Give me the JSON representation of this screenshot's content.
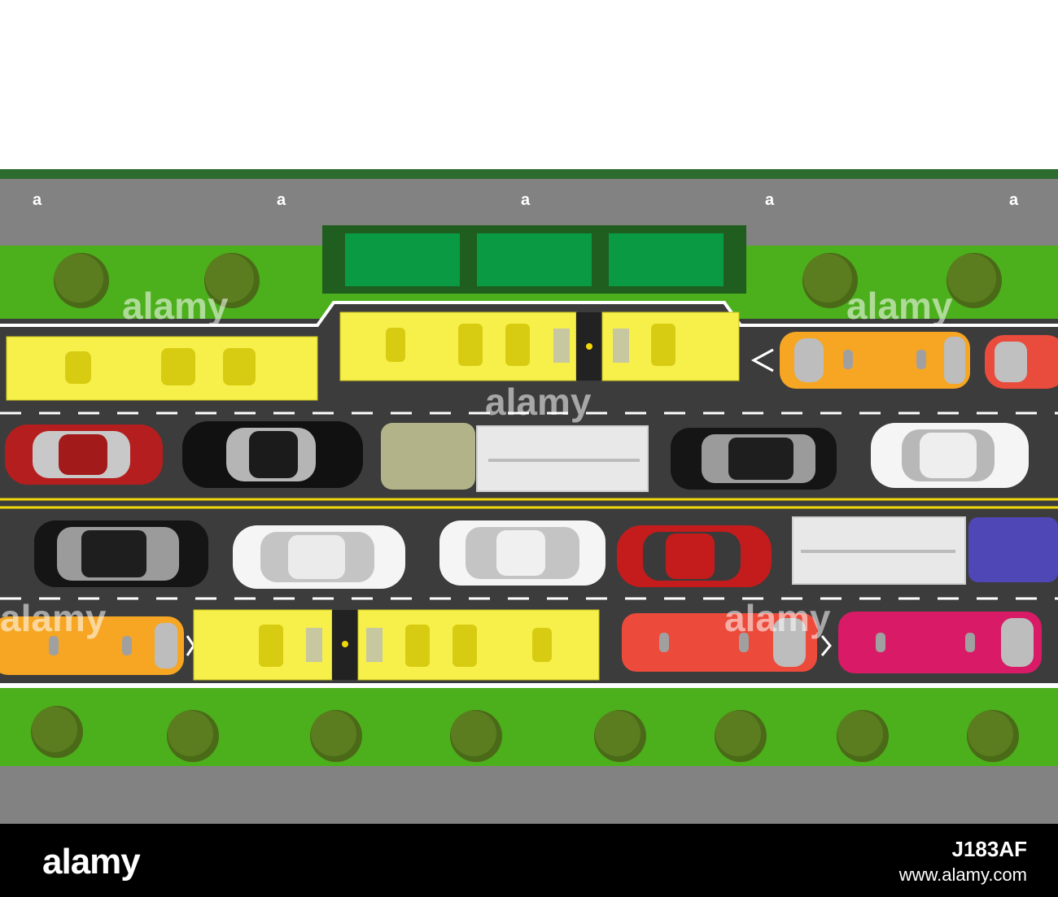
{
  "scene": {
    "description_free": true,
    "colors": {
      "sidewalk": "#828282",
      "grass": "#4caf1c",
      "grass_border": "#2e6b2e",
      "road": "#3c3c3c",
      "lane_white": "#ffffff",
      "lane_yellow": "#f2d80a",
      "bus_yellow": "#f7f04a",
      "bus_window": "#d8cc12",
      "station_roof": "#1f5e1f",
      "station_glass": "#0b9a44",
      "tree": "#5b7d1f"
    },
    "watermark_text": "alamy",
    "icons": [
      "tree-icon",
      "car-icon",
      "truck-icon",
      "bus-icon",
      "minibus-icon"
    ]
  },
  "footer": {
    "logo": "alamy",
    "image_id": "J183AF",
    "site": "www.alamy.com"
  }
}
